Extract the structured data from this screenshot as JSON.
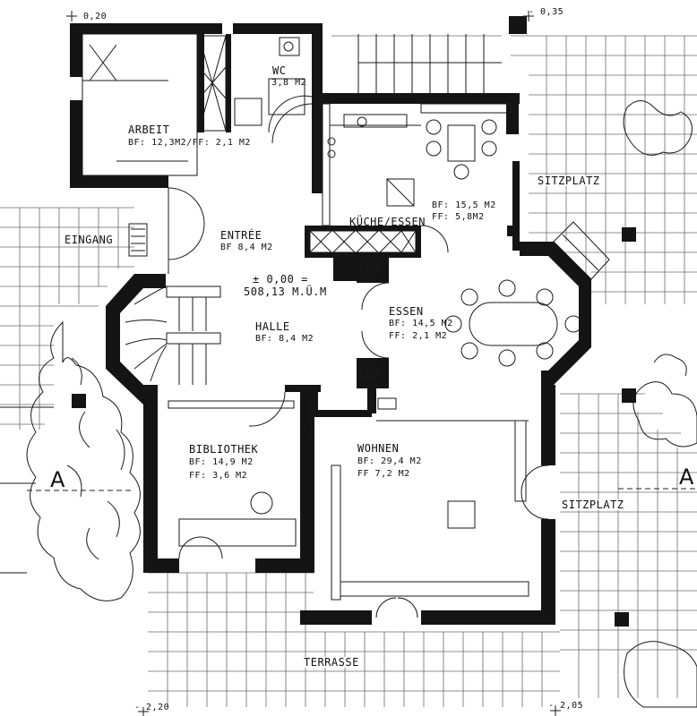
{
  "elevations": {
    "top_left": "- 0,20",
    "top_right": "- 0,35",
    "bottom_left": "- 2,20",
    "bottom_right": "- 2,05"
  },
  "section_marker": "A",
  "reference_level": {
    "line1": "± 0,00 =",
    "line2": "508,13 M.Ü.M"
  },
  "rooms": {
    "arbeit": {
      "name": "ARBEIT",
      "area": "BF: 12,3M2/FF: 2,1  M2"
    },
    "wc": {
      "name": "WC",
      "area": "3,8 M2"
    },
    "kueche": {
      "name": "KÜCHE/ESSEN",
      "bf": "BF:  15,5 M2",
      "ff": "FF:  5,8M2"
    },
    "entree": {
      "name": "ENTRÉE",
      "area": "BF  8,4 M2"
    },
    "eingang": {
      "name": "EINGANG"
    },
    "halle": {
      "name": "HALLE",
      "area": "BF: 8,4 M2"
    },
    "essen": {
      "name": "ESSEN",
      "bf": "BF:  14,5 M2",
      "ff": "FF:   2,1  M2"
    },
    "bibliothek": {
      "name": "BIBLIOTHEK",
      "bf": "BF:  14,9 M2",
      "ff": "FF:    3,6 M2"
    },
    "wohnen": {
      "name": "WOHNEN",
      "bf": "BF:   29,4  M2",
      "ff": "FF        7,2  M2"
    },
    "sitzplatz_top": {
      "name": "SITZPLATZ"
    },
    "sitzplatz_right": {
      "name": "SITZPLATZ"
    },
    "terrasse": {
      "name": "TERRASSE"
    }
  }
}
